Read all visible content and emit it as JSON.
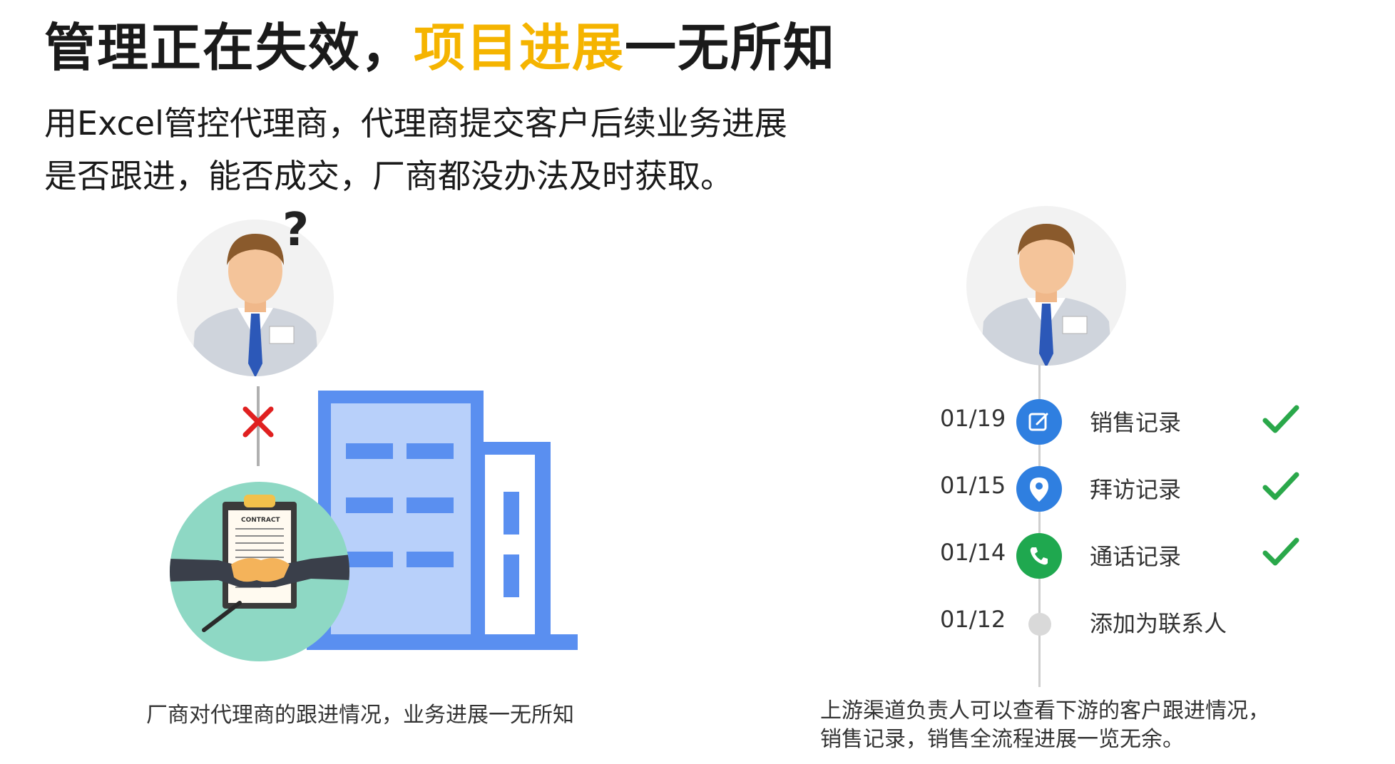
{
  "title": {
    "part1": "管理正在失效，",
    "highlight": "项目进展",
    "part2": "一无所知",
    "highlight_color": "#f5b400"
  },
  "subtitle": {
    "line1": "用Excel管控代理商，代理商提交客户后续业务进展",
    "line2": "是否跟进，能否成交，厂商都没办法及时获取。"
  },
  "left_panel": {
    "question_mark": "?",
    "contract_text": "CONTRACT",
    "caption": "厂商对代理商的跟进情况，业务进展一无所知"
  },
  "right_panel": {
    "timeline": [
      {
        "date": "01/19",
        "label": "销售记录",
        "icon": "edit-icon",
        "color": "#2f7fe0",
        "checked": true
      },
      {
        "date": "01/15",
        "label": "拜访记录",
        "icon": "location-pin-icon",
        "color": "#2f7fe0",
        "checked": true
      },
      {
        "date": "01/14",
        "label": "通话记录",
        "icon": "phone-icon",
        "color": "#1fa84f",
        "checked": true
      },
      {
        "date": "01/12",
        "label": "添加为联系人",
        "icon": "dot-icon",
        "color": "#d9d9d9",
        "checked": false
      }
    ],
    "caption_line1": "上游渠道负责人可以查看下游的客户跟进情况，",
    "caption_line2": "销售记录，销售全流程进展一览无余。"
  },
  "colors": {
    "building_blue": "#5a8ff0",
    "building_light": "#b8d0fa",
    "check_green": "#2aa84a",
    "cross_red": "#e02020"
  }
}
